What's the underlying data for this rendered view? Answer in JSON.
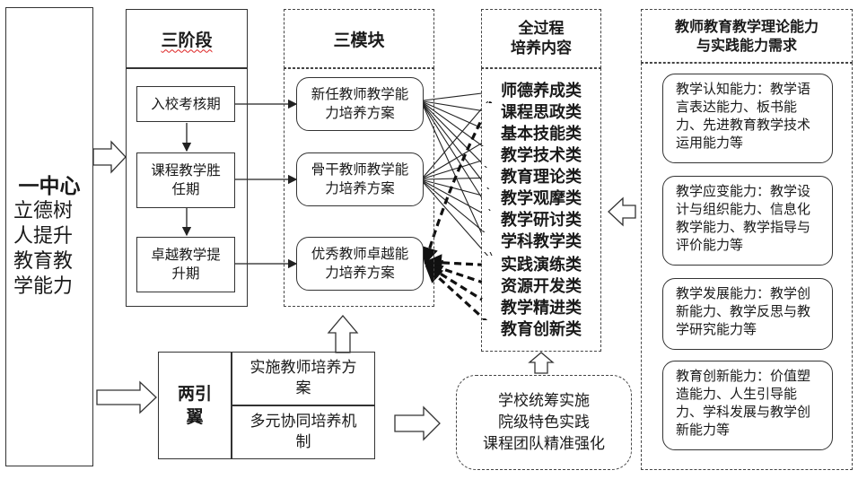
{
  "one_center": {
    "title": "一中心",
    "body": "立德树人提升教育教学能力"
  },
  "three_stages": {
    "header": "三阶段",
    "items": [
      "入校考核期",
      "课程教学胜任期",
      "卓越教学提升期"
    ]
  },
  "three_modules": {
    "header": "三模块",
    "items": [
      "新任教师教学能力培养方案",
      "骨干教师教学能力培养方案",
      "优秀教师卓越能力培养方案"
    ]
  },
  "whole_process": {
    "header": [
      "全过程",
      "培养内容"
    ],
    "items": [
      "师德养成类",
      "课程思政类",
      "基本技能类",
      "教学技术类",
      "教育理论类",
      "教学观摩类",
      "教学研讨类",
      "学科教学类",
      "实践演练类",
      "资源开发类",
      "教学精进类",
      "教育创新类"
    ]
  },
  "two_wings": {
    "label": "两引翼",
    "items": [
      "实施教师培养方案",
      "多元协同培养机制"
    ]
  },
  "school_box": {
    "lines": [
      "学校统筹实施",
      "院级特色实践",
      "课程团队精准强化"
    ]
  },
  "needs": {
    "header": [
      "教师教育教学理论能力",
      "与实践能力需求"
    ],
    "items": [
      "教学认知能力：教学语言表达能力、板书能力、先进教育教学技术运用能力等",
      "教学应变能力：教学设计与组织能力、信息化教学能力、教学指导与评价能力等",
      "教学发展能力：教学创新能力、教学反思与教学研究能力等",
      "教育创新能力：价值塑造能力、人生引导能力、学科发展与教学创新能力等"
    ]
  }
}
